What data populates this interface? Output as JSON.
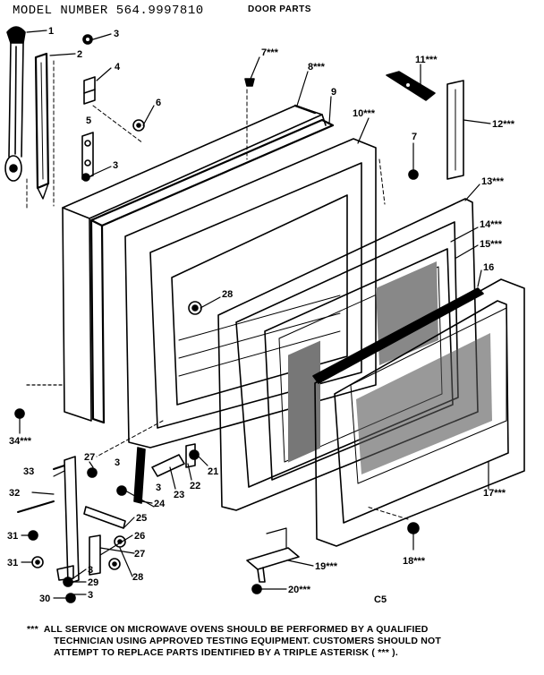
{
  "header": {
    "model": "MODEL NUMBER 564.9997810",
    "section": "DOOR PARTS"
  },
  "page_code": "C5",
  "footer": {
    "marker": "***",
    "line1": "ALL SERVICE ON MICROWAVE OVENS SHOULD BE PERFORMED BY A QUALIFIED",
    "line2": "TECHNICIAN USING APPROVED TESTING EQUIPMENT. CUSTOMERS SHOULD NOT",
    "line3": "ATTEMPT TO REPLACE PARTS IDENTIFIED BY A TRIPLE ASTERISK ( *** )."
  },
  "callouts": [
    {
      "id": "c1",
      "text": "1"
    },
    {
      "id": "c2",
      "text": "2"
    },
    {
      "id": "c3a",
      "text": "3"
    },
    {
      "id": "c4",
      "text": "4"
    },
    {
      "id": "c5",
      "text": "5"
    },
    {
      "id": "c6",
      "text": "6"
    },
    {
      "id": "c3b",
      "text": "3"
    },
    {
      "id": "c7a",
      "text": "7***"
    },
    {
      "id": "c8",
      "text": "8***"
    },
    {
      "id": "c9",
      "text": "9"
    },
    {
      "id": "c10",
      "text": "10***"
    },
    {
      "id": "c7b",
      "text": "7"
    },
    {
      "id": "c11",
      "text": "11***"
    },
    {
      "id": "c12",
      "text": "12***"
    },
    {
      "id": "c13",
      "text": "13***"
    },
    {
      "id": "c14",
      "text": "14***"
    },
    {
      "id": "c15",
      "text": "15***"
    },
    {
      "id": "c16",
      "text": "16"
    },
    {
      "id": "c17",
      "text": "17***"
    },
    {
      "id": "c18",
      "text": "18***"
    },
    {
      "id": "c19",
      "text": "19***"
    },
    {
      "id": "c20",
      "text": "20***"
    },
    {
      "id": "c21",
      "text": "21"
    },
    {
      "id": "c22",
      "text": "22"
    },
    {
      "id": "c23",
      "text": "23"
    },
    {
      "id": "c24",
      "text": "24"
    },
    {
      "id": "c25",
      "text": "25"
    },
    {
      "id": "c26",
      "text": "26"
    },
    {
      "id": "c27a",
      "text": "27"
    },
    {
      "id": "c27b",
      "text": "27"
    },
    {
      "id": "c28a",
      "text": "28"
    },
    {
      "id": "c28b",
      "text": "28"
    },
    {
      "id": "c29",
      "text": "29"
    },
    {
      "id": "c3c",
      "text": "3"
    },
    {
      "id": "c3d",
      "text": "3"
    },
    {
      "id": "c3e",
      "text": "3"
    },
    {
      "id": "c3f",
      "text": "3"
    },
    {
      "id": "c30",
      "text": "30"
    },
    {
      "id": "c31a",
      "text": "31"
    },
    {
      "id": "c31b",
      "text": "31"
    },
    {
      "id": "c32",
      "text": "32"
    },
    {
      "id": "c33",
      "text": "33"
    },
    {
      "id": "c34",
      "text": "34***"
    }
  ]
}
